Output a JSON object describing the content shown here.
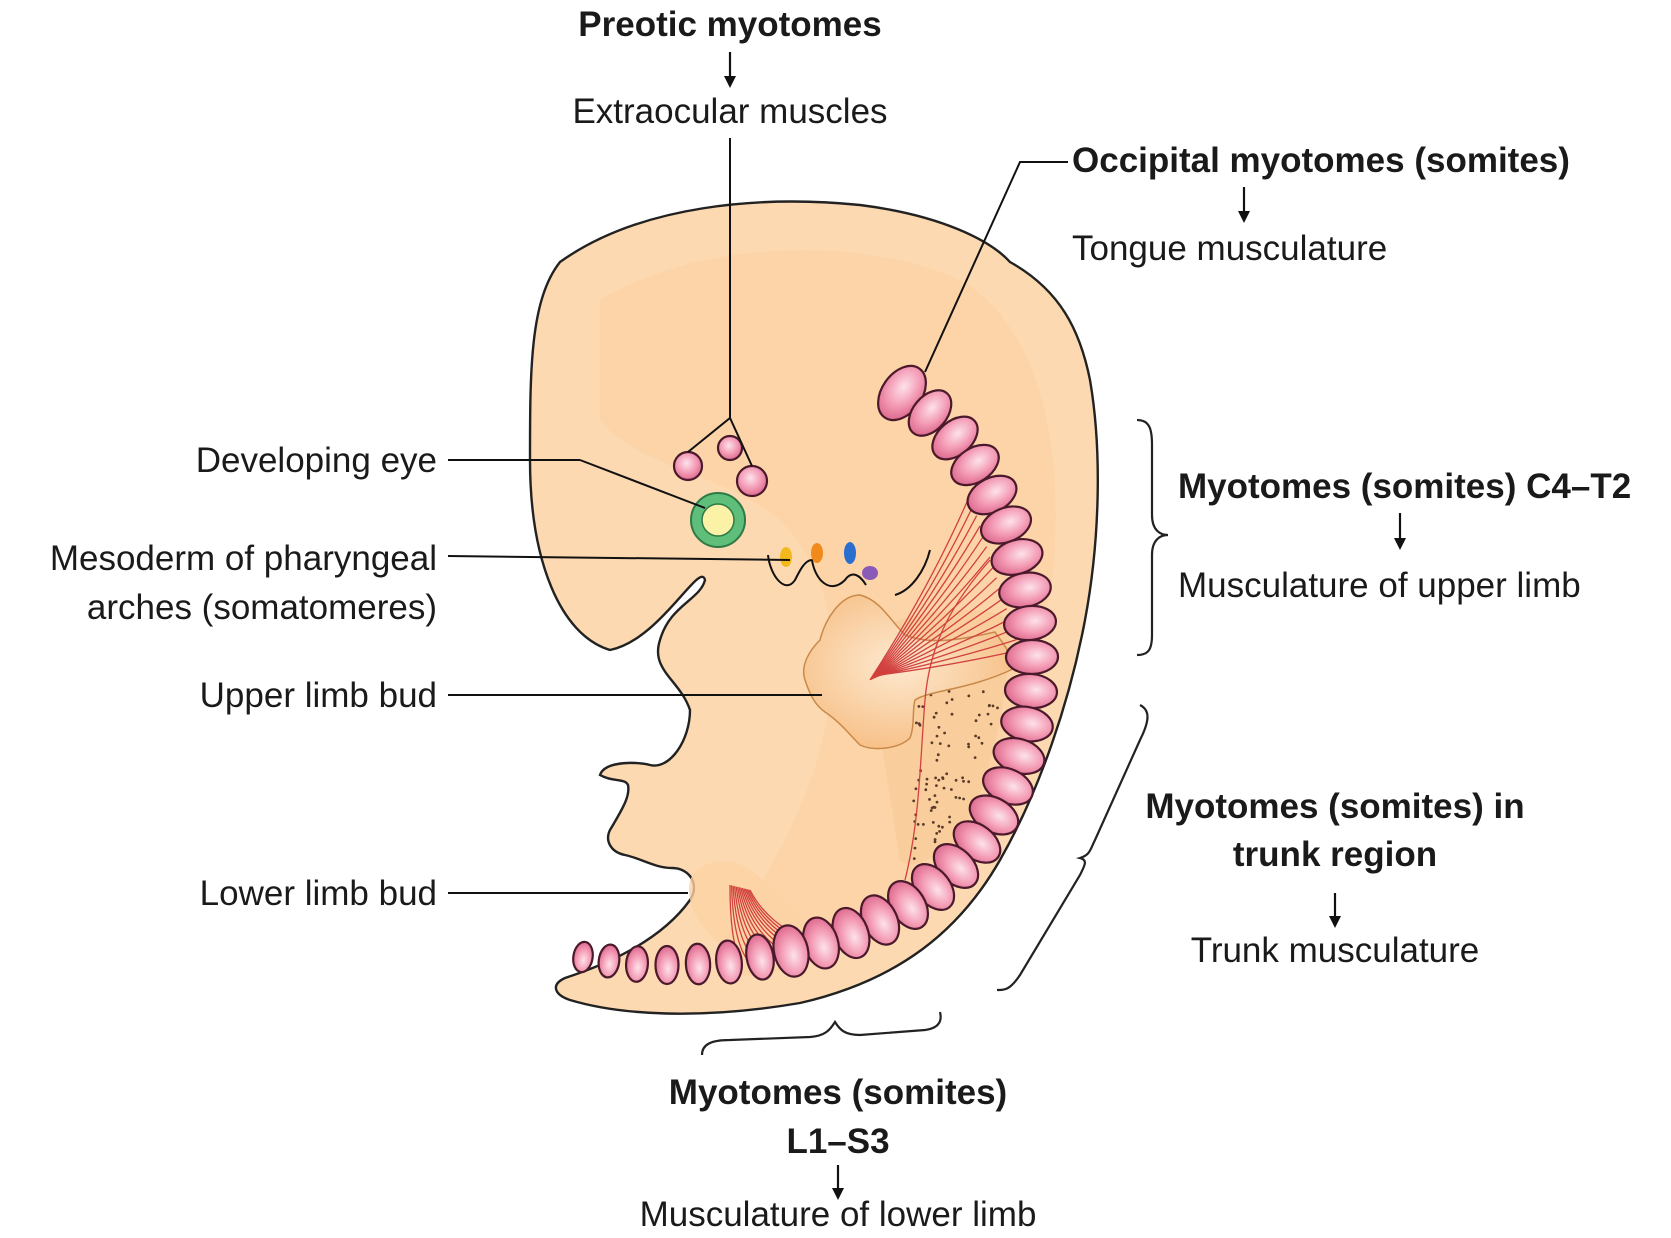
{
  "labels": {
    "preotic_title": "Preotic myotomes",
    "preotic_target": "Extraocular muscles",
    "occipital_title": "Occipital myotomes (somites)",
    "occipital_target": "Tongue musculature",
    "cervical_title": "Myotomes (somites) C4–T2",
    "cervical_target": "Musculature of upper limb",
    "trunk_title_line1": "Myotomes (somites) in",
    "trunk_title_line2": "trunk region",
    "trunk_target": "Trunk musculature",
    "lumbar_title_line1": "Myotomes (somites)",
    "lumbar_title_line2": "L1–S3",
    "lumbar_target": "Musculature of lower limb",
    "developing_eye": "Developing eye",
    "pharyngeal_line1": "Mesoderm of pharyngeal",
    "pharyngeal_line2": "arches (somatomeres)",
    "upper_limb_bud": "Upper limb bud",
    "lower_limb_bud": "Lower limb bud"
  },
  "colors": {
    "embryo_fill": "#fcd9b0",
    "embryo_inner": "#f9c890",
    "somite": "#f08aa8",
    "eye_ring": "#5fbf7a",
    "eye_center": "#fbf2a8",
    "arch_1": "#f2b81c",
    "arch_2": "#f08a1a",
    "arch_3": "#2a6fd0",
    "arch_4": "#8a5ab8",
    "muscle_fibers": "#d2413f"
  }
}
